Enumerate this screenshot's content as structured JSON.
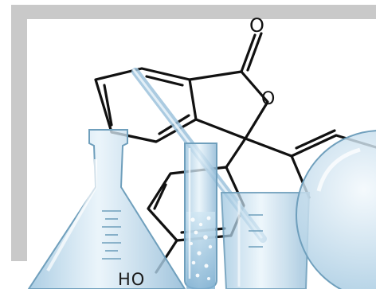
{
  "illustration": {
    "subject": "phenolphthalein-structure-with-lab-glassware",
    "atom_labels": {
      "carbonyl_oxygen": "O",
      "ring_oxygen": "O",
      "hydroxyl": "HO"
    },
    "colors": {
      "frame_gray": "#c9c9c9",
      "bond_black": "#111111",
      "glass_fill": "#bcd9ea",
      "glass_edge": "#6f9fbc"
    }
  }
}
